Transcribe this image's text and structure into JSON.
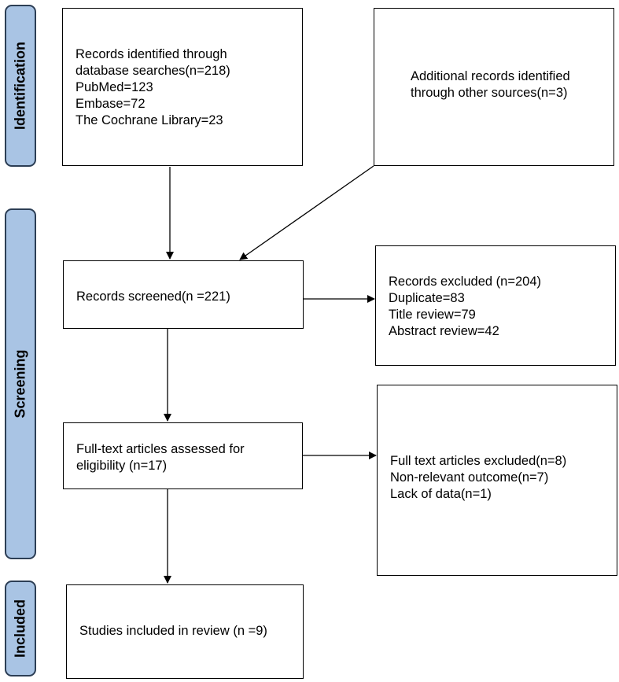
{
  "phases": {
    "identification": "Identification",
    "screening": "Screening",
    "included": "Included"
  },
  "boxes": {
    "database_search": [
      "Records identified through",
      "database searches(n=218)",
      "PubMed=123",
      "Embase=72",
      "The Cochrane Library=23"
    ],
    "other_sources": [
      "Additional records identified",
      "through other sources(n=3)"
    ],
    "screened": [
      "Records screened(n =221)"
    ],
    "excluded_records": [
      "Records excluded (n=204)",
      "Duplicate=83",
      "Title review=79",
      "Abstract review=42"
    ],
    "full_text_assessed": [
      "Full-text articles assessed for",
      "eligibility (n=17)"
    ],
    "full_text_excluded": [
      "Full text articles excluded(n=8)",
      "Non-relevant outcome(n=7)",
      "Lack of data(n=1)"
    ],
    "included_studies": [
      "Studies included in review (n =9)"
    ]
  }
}
